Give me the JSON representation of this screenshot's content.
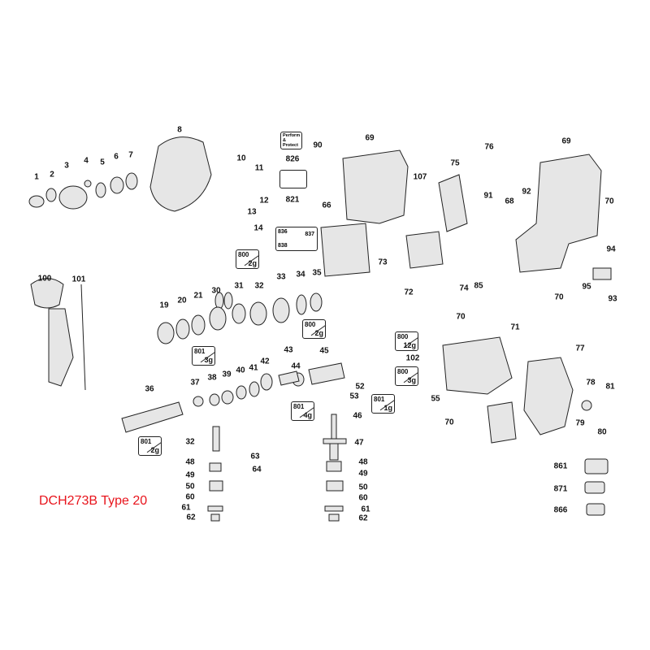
{
  "title": "DCH273B Type 20",
  "perform_protect_label": "Perform & Protect",
  "kit_box": {
    "a": "836",
    "b": "837",
    "c": "838"
  },
  "part_labels": [
    "1",
    "2",
    "3",
    "4",
    "5",
    "6",
    "7",
    "8",
    "10",
    "11",
    "12",
    "13",
    "14",
    "826",
    "821",
    "90",
    "66",
    "69",
    "107",
    "75",
    "76",
    "91",
    "68",
    "92",
    "69",
    "70",
    "94",
    "95",
    "93",
    "70",
    "73",
    "72",
    "74",
    "85",
    "35",
    "31",
    "32",
    "33",
    "34",
    "19",
    "20",
    "21",
    "30",
    "100",
    "101",
    "70",
    "71",
    "77",
    "102",
    "43",
    "45",
    "44",
    "42",
    "41",
    "40",
    "39",
    "38",
    "37",
    "36",
    "52",
    "53",
    "46",
    "47",
    "48",
    "49",
    "50",
    "60",
    "61",
    "62",
    "55",
    "70",
    "78",
    "81",
    "79",
    "80",
    "32",
    "48",
    "49",
    "50",
    "60",
    "61",
    "62",
    "63",
    "64",
    "861",
    "871",
    "866"
  ],
  "grease_callouts": [
    {
      "part": "800",
      "qty": "2g"
    },
    {
      "part": "800",
      "qty": "2g"
    },
    {
      "part": "801",
      "qty": "3g"
    },
    {
      "part": "800",
      "qty": "12g"
    },
    {
      "part": "800",
      "qty": "3g"
    },
    {
      "part": "801",
      "qty": "4g"
    },
    {
      "part": "801",
      "qty": "1g"
    },
    {
      "part": "801",
      "qty": "2g"
    }
  ],
  "colors": {
    "title": "#e8141c",
    "ink": "#222222",
    "part_fill": "#e6e6e6"
  }
}
